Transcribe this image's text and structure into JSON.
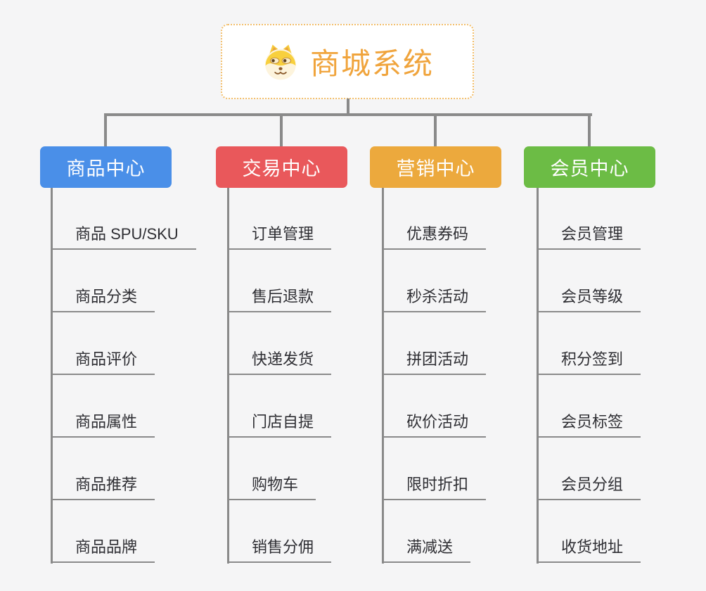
{
  "root": {
    "title": "商城系统",
    "icon": "doge-icon"
  },
  "branches": [
    {
      "label": "商品中心",
      "color": "#4A8FE8",
      "children": [
        "商品 SPU/SKU",
        "商品分类",
        "商品评价",
        "商品属性",
        "商品推荐",
        "商品品牌"
      ]
    },
    {
      "label": "交易中心",
      "color": "#E9585B",
      "children": [
        "订单管理",
        "售后退款",
        "快递发货",
        "门店自提",
        "购物车",
        "销售分佣"
      ]
    },
    {
      "label": "营销中心",
      "color": "#ECA93D",
      "children": [
        "优惠券码",
        "秒杀活动",
        "拼团活动",
        "砍价活动",
        "限时折扣",
        "满减送"
      ]
    },
    {
      "label": "会员中心",
      "color": "#6CBC45",
      "children": [
        "会员管理",
        "会员等级",
        "积分签到",
        "会员标签",
        "会员分组",
        "收货地址"
      ]
    }
  ],
  "style": {
    "background": "#F5F5F6",
    "connector_color": "#8A8A8A",
    "title_color": "#F0A43C",
    "root_border_color": "#F2BE6B",
    "child_text_color": "#2E2E33"
  }
}
